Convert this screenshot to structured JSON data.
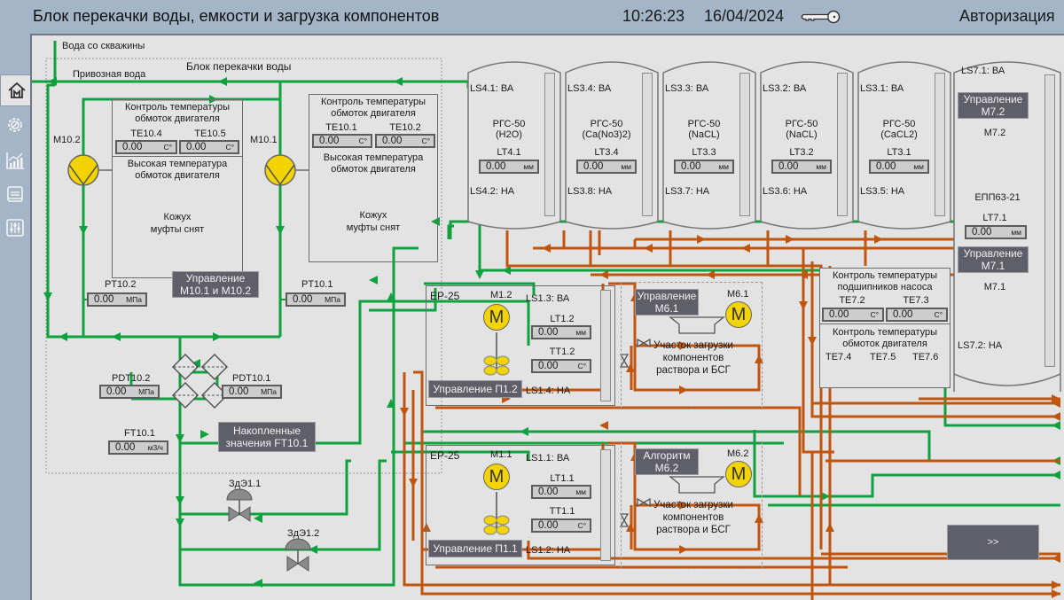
{
  "header": {
    "title": "Блок перекачки воды, емкости и загрузка компонентов",
    "time": "10:26:23",
    "date": "16/04/2024",
    "key_icon": "key-icon",
    "auth_label": "Авторизация"
  },
  "sidebar": {
    "items": [
      {
        "name": "home",
        "icon": "home-icon",
        "active": true
      },
      {
        "name": "settings",
        "icon": "gear-icon",
        "active": false
      },
      {
        "name": "trends",
        "icon": "chart-icon",
        "active": false
      },
      {
        "name": "archive",
        "icon": "archive-icon",
        "active": false
      },
      {
        "name": "tuning",
        "icon": "sliders-icon",
        "active": false
      }
    ]
  },
  "colors": {
    "water": "#0fa040",
    "solution": "#c0560e",
    "pump": "#f3d400",
    "button": "#5f5f69"
  },
  "pump_block": {
    "well_water": "Вода со скважины",
    "delivered_water": "Привозная вода",
    "block_title": "Блок перекачки воды",
    "pump_left": "M10.2",
    "pump_right": "M10.1",
    "left_panel": {
      "title": "Контроль температуры обмоток двигателя",
      "title_l1": "Контроль температуры",
      "title_l2": "обмоток двигателя",
      "sensors": [
        {
          "tag": "TE10.4",
          "value": "0.00",
          "unit": "C°"
        },
        {
          "tag": "TE10.5",
          "value": "0.00",
          "unit": "C°"
        }
      ],
      "alarm_l1": "Высокая температура",
      "alarm_l2": "обмоток двигателя",
      "cover_l1": "Кожух",
      "cover_l2": "муфты снят"
    },
    "right_panel": {
      "title_l1": "Контроль температуры",
      "title_l2": "обмоток двигателя",
      "sensors": [
        {
          "tag": "TE10.1",
          "value": "0.00",
          "unit": "C°"
        },
        {
          "tag": "TE10.2",
          "value": "0.00",
          "unit": "C°"
        }
      ],
      "alarm_l1": "Высокая температура",
      "alarm_l2": "обмоток двигателя",
      "cover_l1": "Кожух",
      "cover_l2": "муфты снят"
    },
    "pt_left": {
      "tag": "PT10.2",
      "value": "0.00",
      "unit": "МПа"
    },
    "pt_right": {
      "tag": "PT10.1",
      "value": "0.00",
      "unit": "МПа"
    },
    "control_btn_l1": "Управление",
    "control_btn_l2": "M10.1 и M10.2",
    "pdt_left": {
      "tag": "PDT10.2",
      "value": "0.00",
      "unit": "МПа"
    },
    "pdt_right": {
      "tag": "PDT10.1",
      "value": "0.00",
      "unit": "МПа"
    },
    "ft": {
      "tag": "FT10.1",
      "value": "0.00",
      "unit": "м3/ч"
    },
    "accum_btn_l1": "Накопленные",
    "accum_btn_l2": "значения FT10.1",
    "valve1": "ЗдЭ1.1",
    "valve2": "ЗдЭ1.2"
  },
  "tanks": [
    {
      "high": "LS4.1: ВА",
      "model": "РГС-50",
      "content": "(H2O)",
      "lt": "LT4.1",
      "value": "0.00",
      "unit": "мм",
      "low": "LS4.2: НА"
    },
    {
      "high": "LS3.4: ВА",
      "model": "РГС-50",
      "content": "(Ca(No3)2)",
      "lt": "LT3.4",
      "value": "0.00",
      "unit": "мм",
      "low": "LS3.8: НА"
    },
    {
      "high": "LS3.3: ВА",
      "model": "РГС-50",
      "content": "(NaCL)",
      "lt": "LT3.3",
      "value": "0.00",
      "unit": "мм",
      "low": "LS3.7: НА"
    },
    {
      "high": "LS3.2: ВА",
      "model": "РГС-50",
      "content": "(NaCL)",
      "lt": "LT3.2",
      "value": "0.00",
      "unit": "мм",
      "low": "LS3.6: НА"
    },
    {
      "high": "LS3.1: ВА",
      "model": "РГС-50",
      "content": "(CaCL2)",
      "lt": "LT3.1",
      "value": "0.00",
      "unit": "мм",
      "low": "LS3.5: НА"
    }
  ],
  "tank7": {
    "high": "LS7.1: ВА",
    "btn_m72_l1": "Управление",
    "btn_m72_l2": "M7.2",
    "m72": "M7.2",
    "model": "ЕПП63-21",
    "lt": "LT7.1",
    "value": "0.00",
    "unit": "мм",
    "btn_m71_l1": "Управление",
    "btn_m71_l2": "M7.1",
    "m71": "M7.1",
    "low": "LS7.2: НА"
  },
  "pump7_panel": {
    "bearing_l1": "Контроль температуры",
    "bearing_l2": "подшипников насоса",
    "sensors": [
      {
        "tag": "TE7.2",
        "value": "0.00",
        "unit": "C°"
      },
      {
        "tag": "TE7.3",
        "value": "0.00",
        "unit": "C°"
      }
    ],
    "winding_l1": "Контроль температуры",
    "winding_l2": "обмоток двигателя",
    "winding_tags": [
      "TE7.4",
      "TE7.5",
      "TE7.6"
    ]
  },
  "reactors": [
    {
      "model": "ЕР-25",
      "motor": "M1.2",
      "motor_glyph": "M",
      "high": "LS1.3: ВА",
      "lt": "LT1.2",
      "lt_value": "0.00",
      "lt_unit": "мм",
      "tt": "TT1.2",
      "tt_value": "0.00",
      "tt_unit": "C°",
      "control_btn": "Управление П1.2",
      "low": "LS1.4: НА",
      "loader_btn_l1": "Управление",
      "loader_btn_l2": "M6.1",
      "loader_motor": "M6.1",
      "loader_l1": "Участок загрузки",
      "loader_l2": "компонентов",
      "loader_l3": "раствора и БСГ"
    },
    {
      "model": "ЕР-25",
      "motor": "M1.1",
      "motor_glyph": "M",
      "high": "LS1.1: ВА",
      "lt": "LT1.1",
      "lt_value": "0.00",
      "lt_unit": "мм",
      "tt": "TT1.1",
      "tt_value": "0.00",
      "tt_unit": "C°",
      "control_btn": "Управление П1.1",
      "low": "LS1.2: НА",
      "loader_btn_l1": "Алгоритм",
      "loader_btn_l2": "M6.2",
      "loader_motor": "M6.2",
      "loader_l1": "Участок загрузки",
      "loader_l2": "компонентов",
      "loader_l3": "раствора и БСГ"
    }
  ],
  "next_button": ">>"
}
